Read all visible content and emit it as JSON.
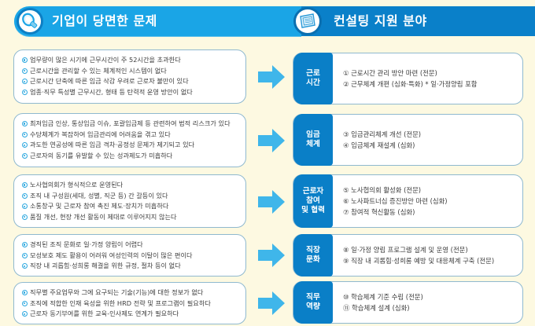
{
  "header": {
    "left_title": "기업이 당면한 문제",
    "right_title": "컨설팅 지원 분야",
    "left_icon": "magnifier-icon",
    "right_icon": "document-board-icon",
    "colors": {
      "left_bar": "#1aa5e6",
      "right_bar": "#0a80c9",
      "tile": "#0a7fc7",
      "arrow": "#3fb6ea",
      "background": "#fdf9e1"
    }
  },
  "rows": [
    {
      "problems": [
        "업무량이 많은 시기에 근무시간이 주 52시간을 초과한다",
        "근로시간을 관리할 수 있는 체계적인 시스템이 없다",
        "근로시간 단축에 따른 임금 삭감 우려로 근로자 불만이 있다",
        "업종·직무 특성별 근무시간, 형태 등 탄력적 운영 방안이 없다"
      ],
      "category": [
        "근로",
        "시간"
      ],
      "solutions": [
        "① 근로시간 관리 방안 마련 (전문)",
        "② 근무체계 개편 (심화·특화) * 일·가정양립 포함"
      ]
    },
    {
      "problems": [
        "최저임금 인상, 통상임금 이슈, 포괄임금제 등 관련하여 법적 리스크가 있다",
        "수당체계가 복잡하여 임금관리에 어려움을 겪고 있다",
        "과도한 연공성에 따른 임금 격차·공정성 문제가 제기되고 있다",
        "근로자의 동기를 유발할 수 있는 성과제도가 미흡하다"
      ],
      "category": [
        "임금",
        "체계"
      ],
      "solutions": [
        "③ 임금관리체계 개선 (전문)",
        "④ 임금체계 재설계 (심화)"
      ]
    },
    {
      "problems": [
        "노사협의회가 형식적으로 운영된다",
        "조직 내 구성원(세대, 성별, 직군 등) 간 갈등이 있다",
        "소통창구 및 근로자 참여 촉진 제도·장치가 미흡하다",
        "품질 개선, 현장 개선 활동이 제대로 이루어지지 않는다"
      ],
      "category": [
        "근로자",
        "참여",
        "및 협력"
      ],
      "solutions": [
        "⑤ 노사협의회 활성화 (전문)",
        "⑥ 노사파트너십 증진방안 마련 (심화)",
        "⑦ 참여적 혁신활동 (심화)"
      ]
    },
    {
      "problems": [
        "경직된 조직 문화로 일·가정 양립이 어렵다",
        "모성보호 제도 활용이 어려워 여성인력의 이탈이 많은 편이다",
        "직장 내 괴롭힘·성희롱 해결을 위한 규정, 절차 등이 없다"
      ],
      "category": [
        "직장",
        "문화"
      ],
      "solutions": [
        "⑧ 일·가정 양립 프로그램 설계 및 운영 (전문)",
        "⑨ 직장 내 괴롭힘·성희롱 예방 및 대응체계 구축 (전문)"
      ]
    },
    {
      "problems": [
        "직무별 주요업무와 그에 요구되는 기술(기능)에 대한 정보가 없다",
        "조직에 적합한 인재 육성을 위한 HRD 전략 및 프로그램이 필요하다",
        "근로자 동기부여를 위한 교육-인사제도 연계가 필요하다"
      ],
      "category": [
        "직무",
        "역량"
      ],
      "solutions": [
        "⑩ 학습체계 기준 수립 (전문)",
        "⑪ 학습체계 설계 (심화)"
      ]
    }
  ]
}
